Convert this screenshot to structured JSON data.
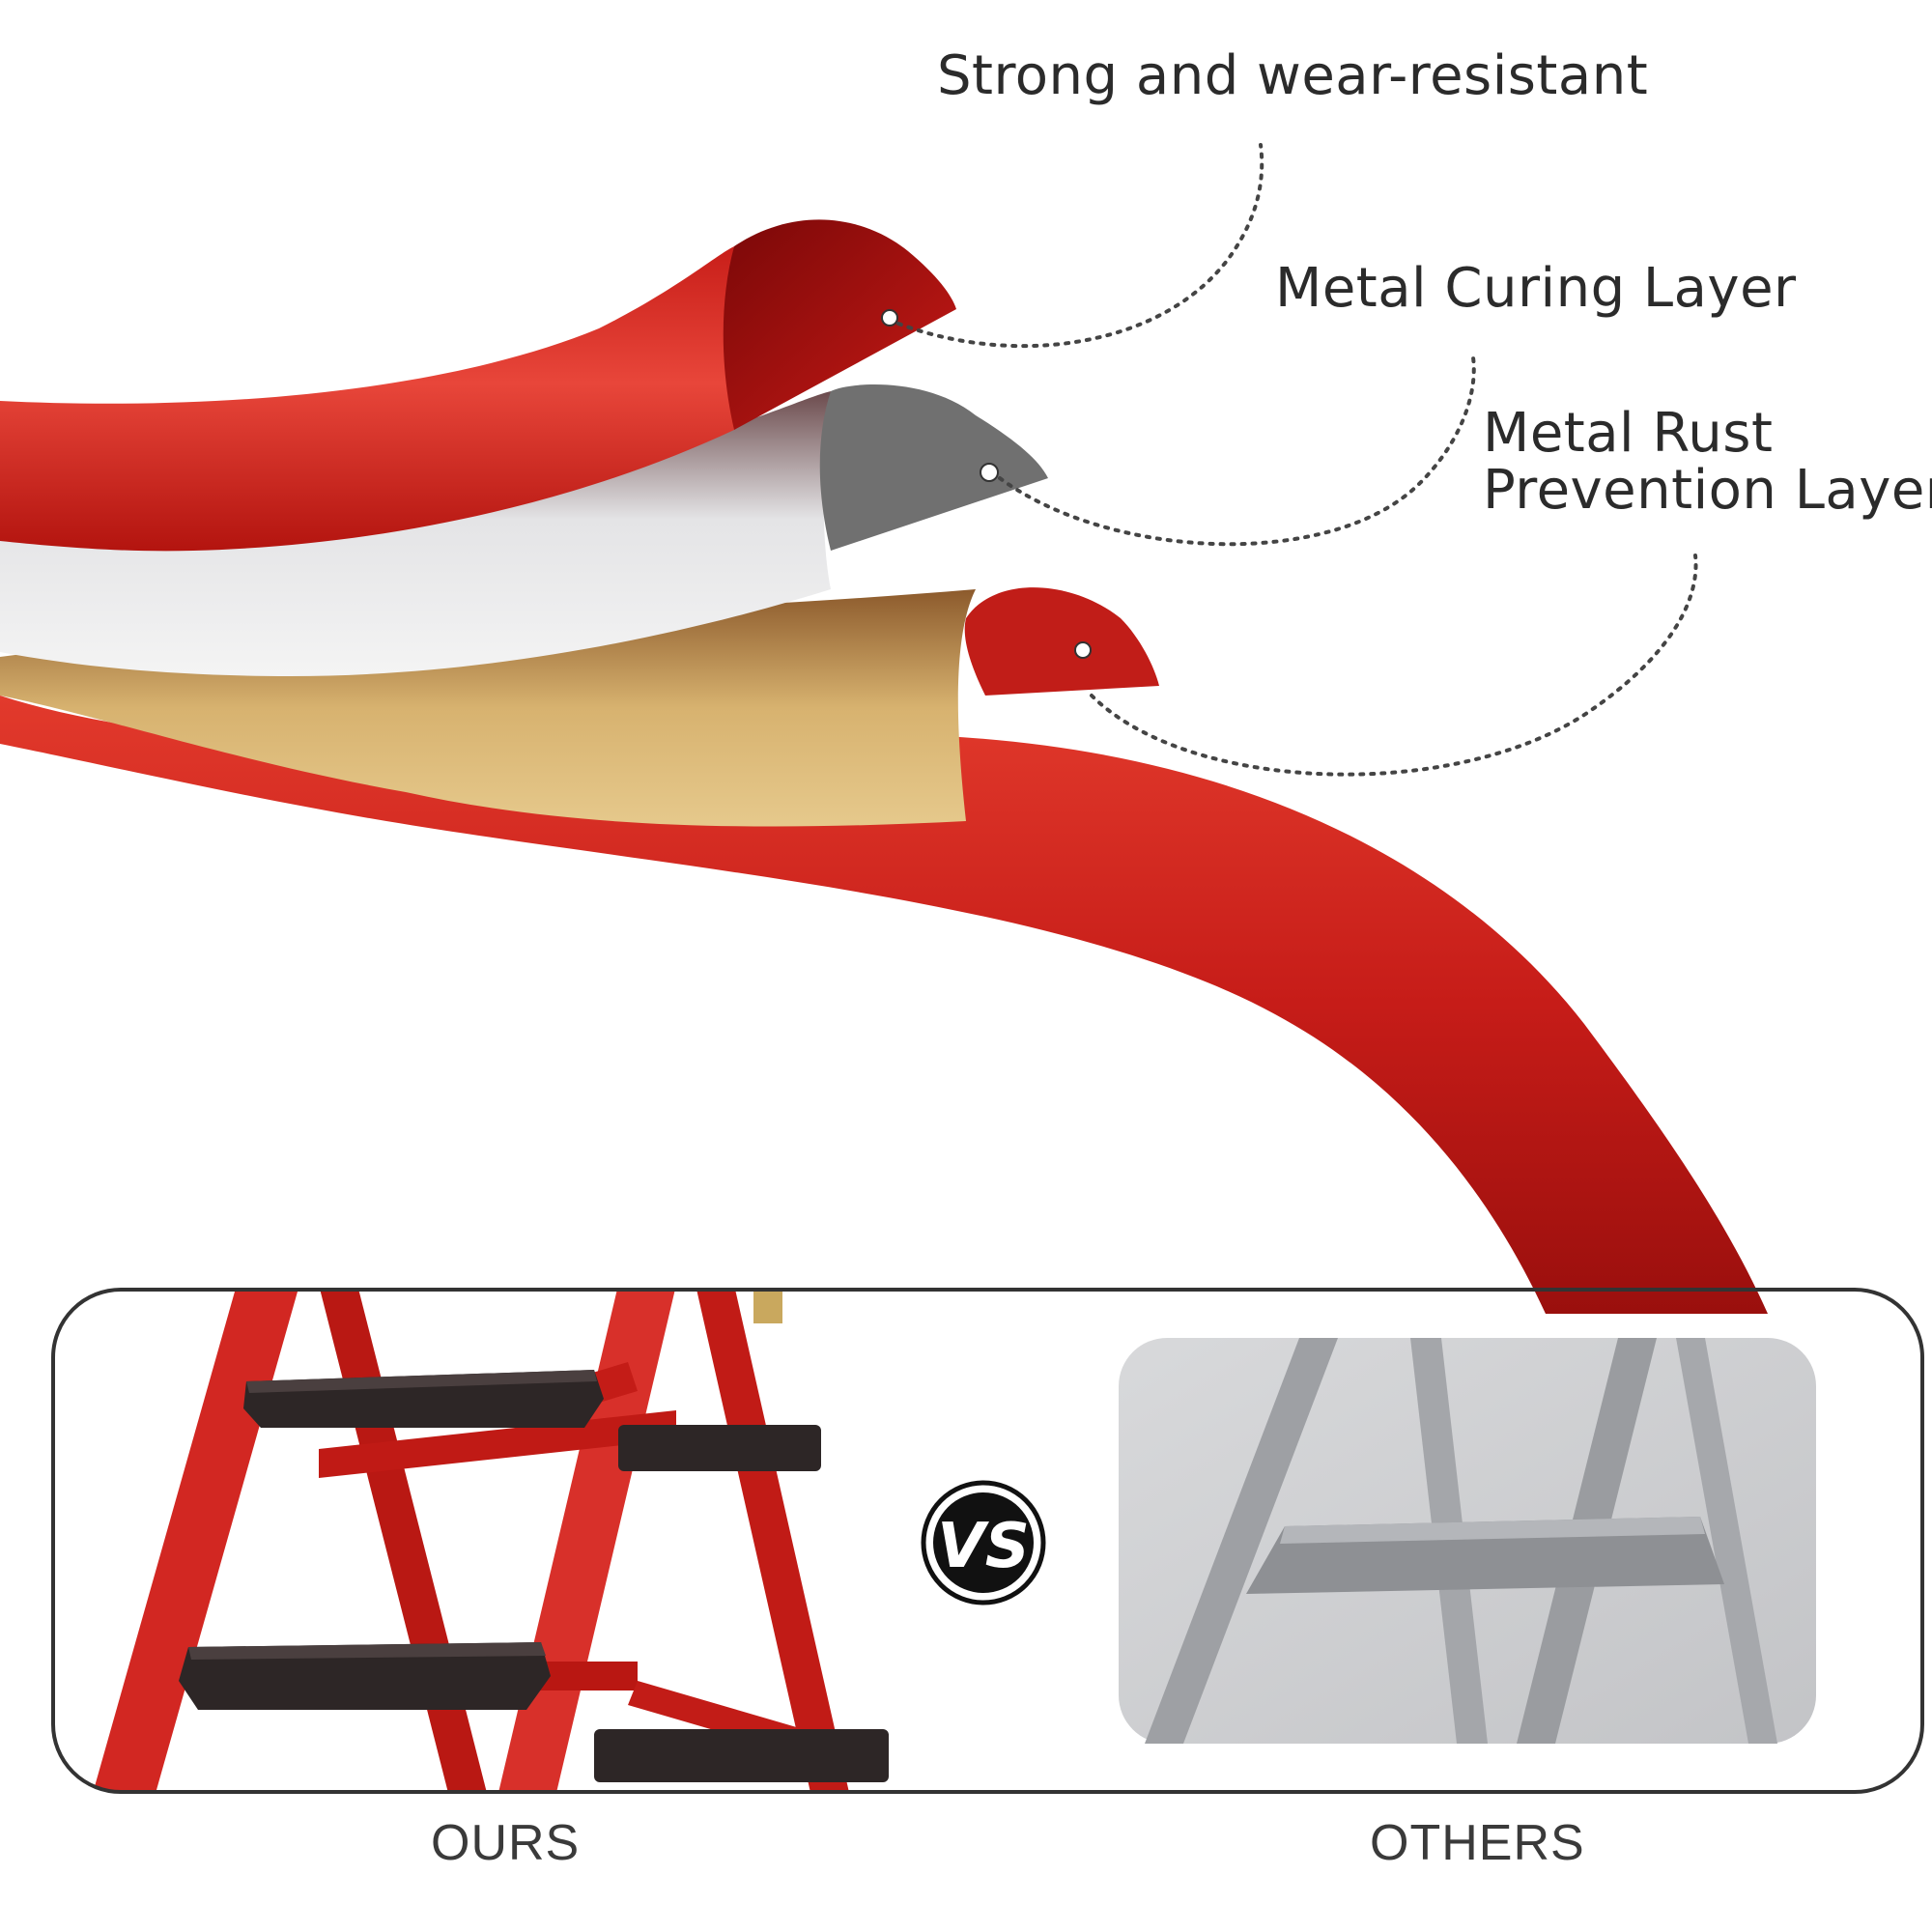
{
  "callouts": {
    "strong": "Strong and wear-resistant",
    "curing": "Metal Curing Layer",
    "rust_line1": "Metal Rust",
    "rust_line2": "Prevention Layer"
  },
  "comparison": {
    "ours_label": "OURS",
    "others_label": "OTHERS",
    "vs_badge": "VS"
  },
  "colors": {
    "tube_red": "#c8201c",
    "curing_gray": "#d8d8d8",
    "rust_gold": "#c9a85e",
    "others_bg": "#cfd0d2"
  }
}
